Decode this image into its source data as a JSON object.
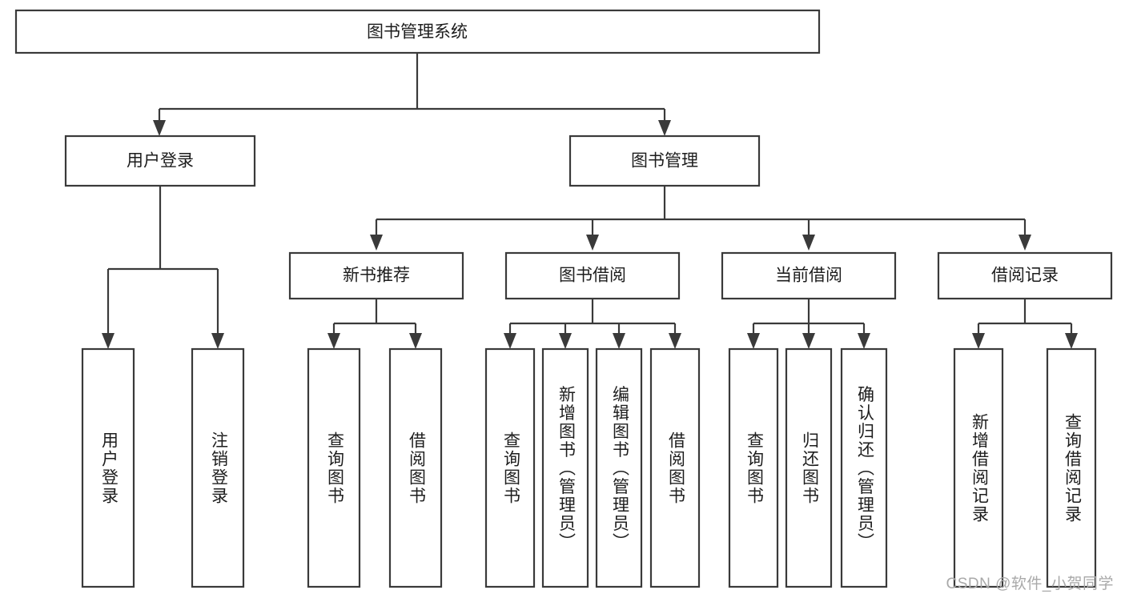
{
  "diagram": {
    "type": "hierarchy-tree",
    "title": "图书管理系统",
    "watermark": "CSDN @软件_小贺同学",
    "colors": {
      "background": "#ffffff",
      "stroke": "#3a3a3a",
      "box_fill": "#ffffff",
      "text": "#1d1d1d",
      "watermark": "#a9a9a9"
    },
    "root": {
      "label": "图书管理系统",
      "orientation": "horizontal"
    },
    "level2": [
      {
        "label": "用户登录",
        "orientation": "horizontal"
      },
      {
        "label": "图书管理",
        "orientation": "horizontal"
      }
    ],
    "level3": [
      {
        "label": "新书推荐",
        "orientation": "horizontal"
      },
      {
        "label": "图书借阅",
        "orientation": "horizontal"
      },
      {
        "label": "当前借阅",
        "orientation": "horizontal"
      },
      {
        "label": "借阅记录",
        "orientation": "horizontal"
      }
    ],
    "leaves": {
      "user_login": [
        {
          "label": "用户登录",
          "orientation": "vertical"
        },
        {
          "label": "注销登录",
          "orientation": "vertical"
        }
      ],
      "new_book_recommend": [
        {
          "label": "查询图书",
          "orientation": "vertical"
        },
        {
          "label": "借阅图书",
          "orientation": "vertical"
        }
      ],
      "book_borrow": [
        {
          "label": "查询图书",
          "orientation": "vertical"
        },
        {
          "label": "新增图书（管理员）",
          "orientation": "vertical"
        },
        {
          "label": "编辑图书（管理员）",
          "orientation": "vertical"
        },
        {
          "label": "借阅图书",
          "orientation": "vertical"
        }
      ],
      "current_borrow": [
        {
          "label": "查询图书",
          "orientation": "vertical"
        },
        {
          "label": "归还图书",
          "orientation": "vertical"
        },
        {
          "label": "确认归还（管理员）",
          "orientation": "vertical"
        }
      ],
      "borrow_record": [
        {
          "label": "新增借阅记录",
          "orientation": "vertical"
        },
        {
          "label": "查询借阅记录",
          "orientation": "vertical"
        }
      ]
    }
  }
}
